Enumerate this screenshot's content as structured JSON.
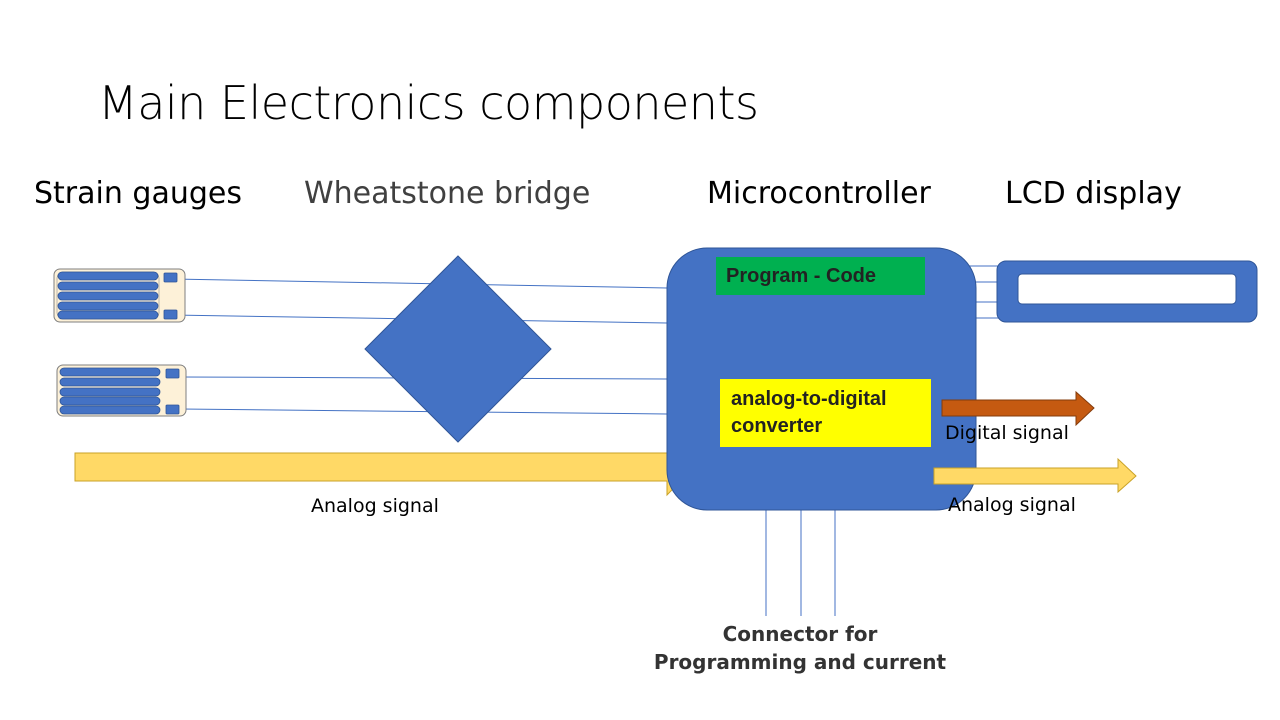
{
  "title": "Main Electronics components",
  "headers": {
    "strain_gauges": "Strain gauges",
    "wheatstone_bridge": "Wheatstone bridge",
    "microcontroller": "Microcontroller",
    "lcd_display": "LCD display"
  },
  "microcontroller": {
    "program_label": "Program - Code",
    "adc_label": "analog-to-digital converter"
  },
  "signals": {
    "analog_left": "Analog signal",
    "digital_out": "Digital signal",
    "analog_out": "Analog signal"
  },
  "connector_label": "Connector for Programming and current",
  "colors": {
    "component_blue": "#4472c4",
    "program_green": "#00b050",
    "adc_yellow": "#ffff00",
    "analog_arrow": "#ffd966",
    "digital_arrow": "#c55a11",
    "gauge_fill": "#fdf1d8"
  }
}
